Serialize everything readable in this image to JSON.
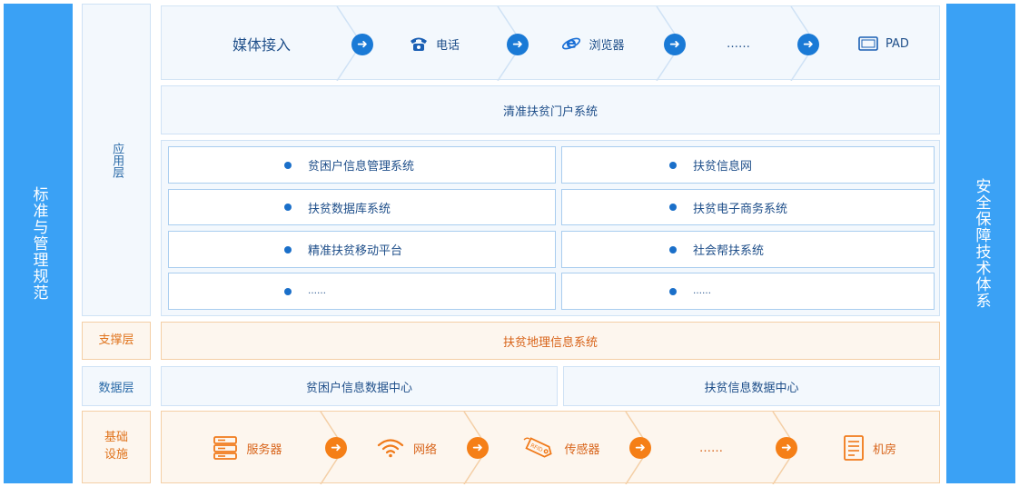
{
  "left_bar": {
    "label": "标准与管理规范"
  },
  "right_bar": {
    "label": "安全保障技术体系"
  },
  "layers": {
    "app": "应用层",
    "support": "支撑层",
    "data": "数据层",
    "infra": "基础设施"
  },
  "media_row": {
    "items": [
      {
        "label": "媒体接入",
        "icon": "none"
      },
      {
        "label": "电话",
        "icon": "phone-icon"
      },
      {
        "label": "浏览器",
        "icon": "ie-browser-icon"
      },
      {
        "label": "……",
        "icon": "none"
      },
      {
        "label": "PAD",
        "icon": "tablet-icon"
      }
    ],
    "arrow_icon": "arrow-right-icon",
    "accent": "#1a7ad6"
  },
  "portal": {
    "label": "清准扶贫门户系统"
  },
  "apps": {
    "left": [
      "贫困户信息管理系统",
      "扶贫数据库系统",
      "精准扶贫移动平台",
      "……"
    ],
    "right": [
      "扶贫信息网",
      "扶贫电子商务系统",
      "社会帮扶系统",
      "……"
    ]
  },
  "support": {
    "label": "扶贫地理信息系统"
  },
  "data_centers": [
    "贫困户信息数据中心",
    "扶贫信息数据中心"
  ],
  "infra_row": {
    "items": [
      {
        "label": "服务器",
        "icon": "server-icon"
      },
      {
        "label": "网络",
        "icon": "wifi-icon"
      },
      {
        "label": "传感器",
        "icon": "rfid-tag-icon"
      },
      {
        "label": "……",
        "icon": "none"
      },
      {
        "label": "机房",
        "icon": "server-room-icon"
      }
    ],
    "arrow_icon": "arrow-right-icon",
    "accent": "#f57f17"
  },
  "colors": {
    "blue_bar": "#3aa1f5",
    "blue_text": "#1f4f8a",
    "orange_text": "#d8641a"
  }
}
